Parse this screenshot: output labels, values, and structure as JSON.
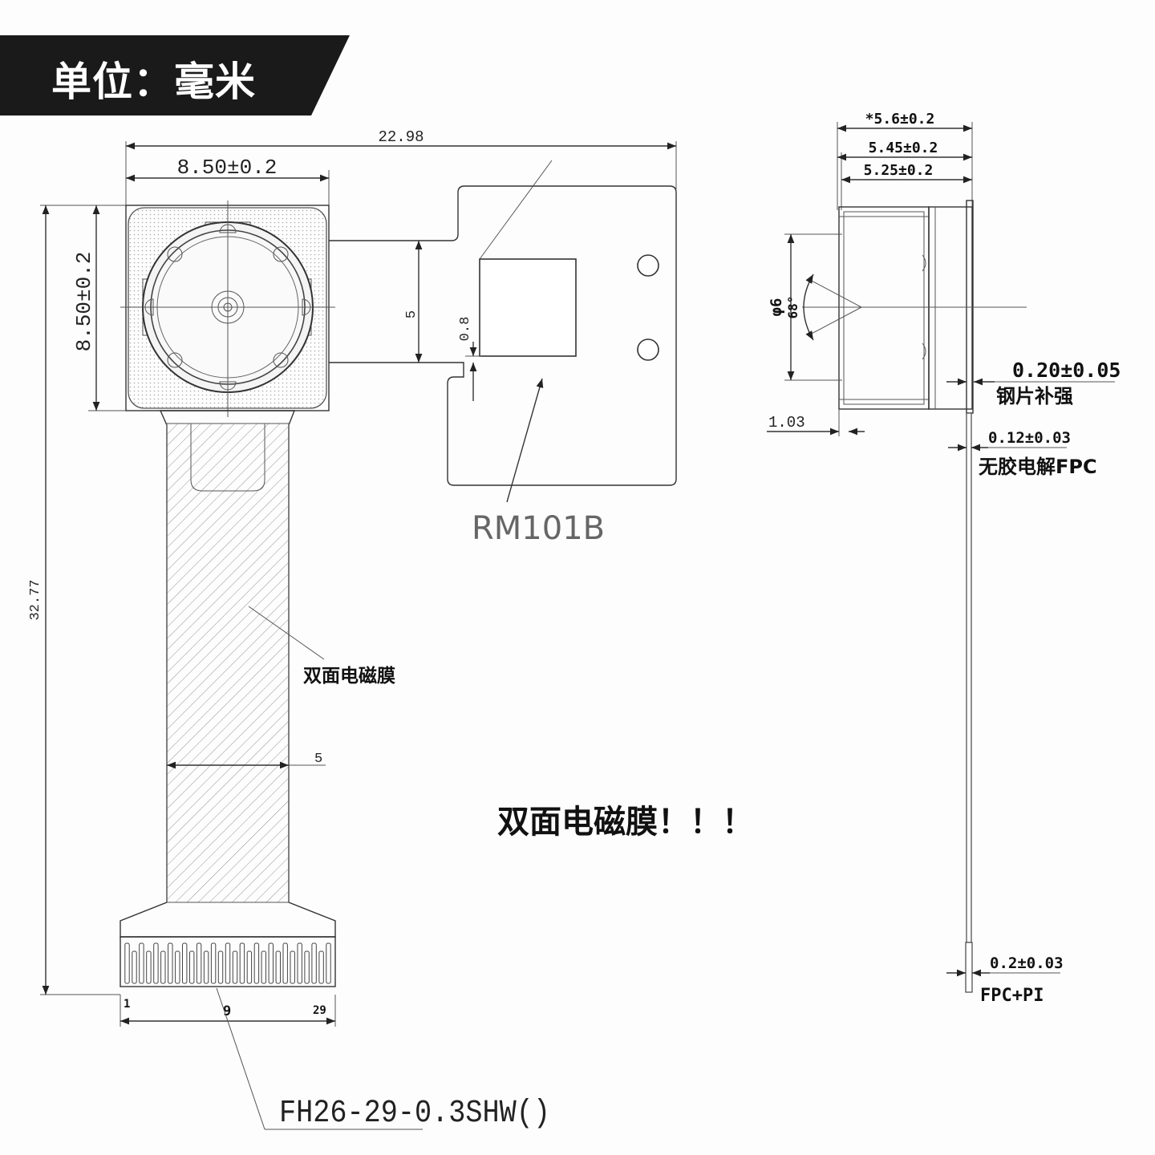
{
  "banner": {
    "label": "单位：毫米",
    "bg_color": "#1a1a1a",
    "text_color": "#ffffff"
  },
  "front_view": {
    "overall_width": "22.98",
    "module_width": "8.50±0.2",
    "module_height": "8.50±0.2",
    "overall_height": "32.77",
    "stiffener_height": "5",
    "gap": "0.8",
    "fpc_width": "5",
    "shield_label": "双面电磁膜",
    "pin_first": "1",
    "pin_mid": "9",
    "pin_last": "29",
    "connector_part": "FH26-29-0.3SHW()",
    "chip_part": "RM101B"
  },
  "side_view": {
    "total_depth": "*5.6±0.2",
    "depth_1": "5.45±0.2",
    "depth_2": "5.25±0.2",
    "lens_diameter": "φ6",
    "fov": "68°",
    "lens_offset": "1.03",
    "stiffener_thk": "0.20±0.05",
    "stiffener_label": "钢片补强",
    "fpc_thk": "0.12±0.03",
    "fpc_label": "无胶电解FPC",
    "tail_thk": "0.2±0.03",
    "tail_label": "FPC+PI"
  },
  "notice": {
    "text": "双面电磁膜！！！"
  }
}
